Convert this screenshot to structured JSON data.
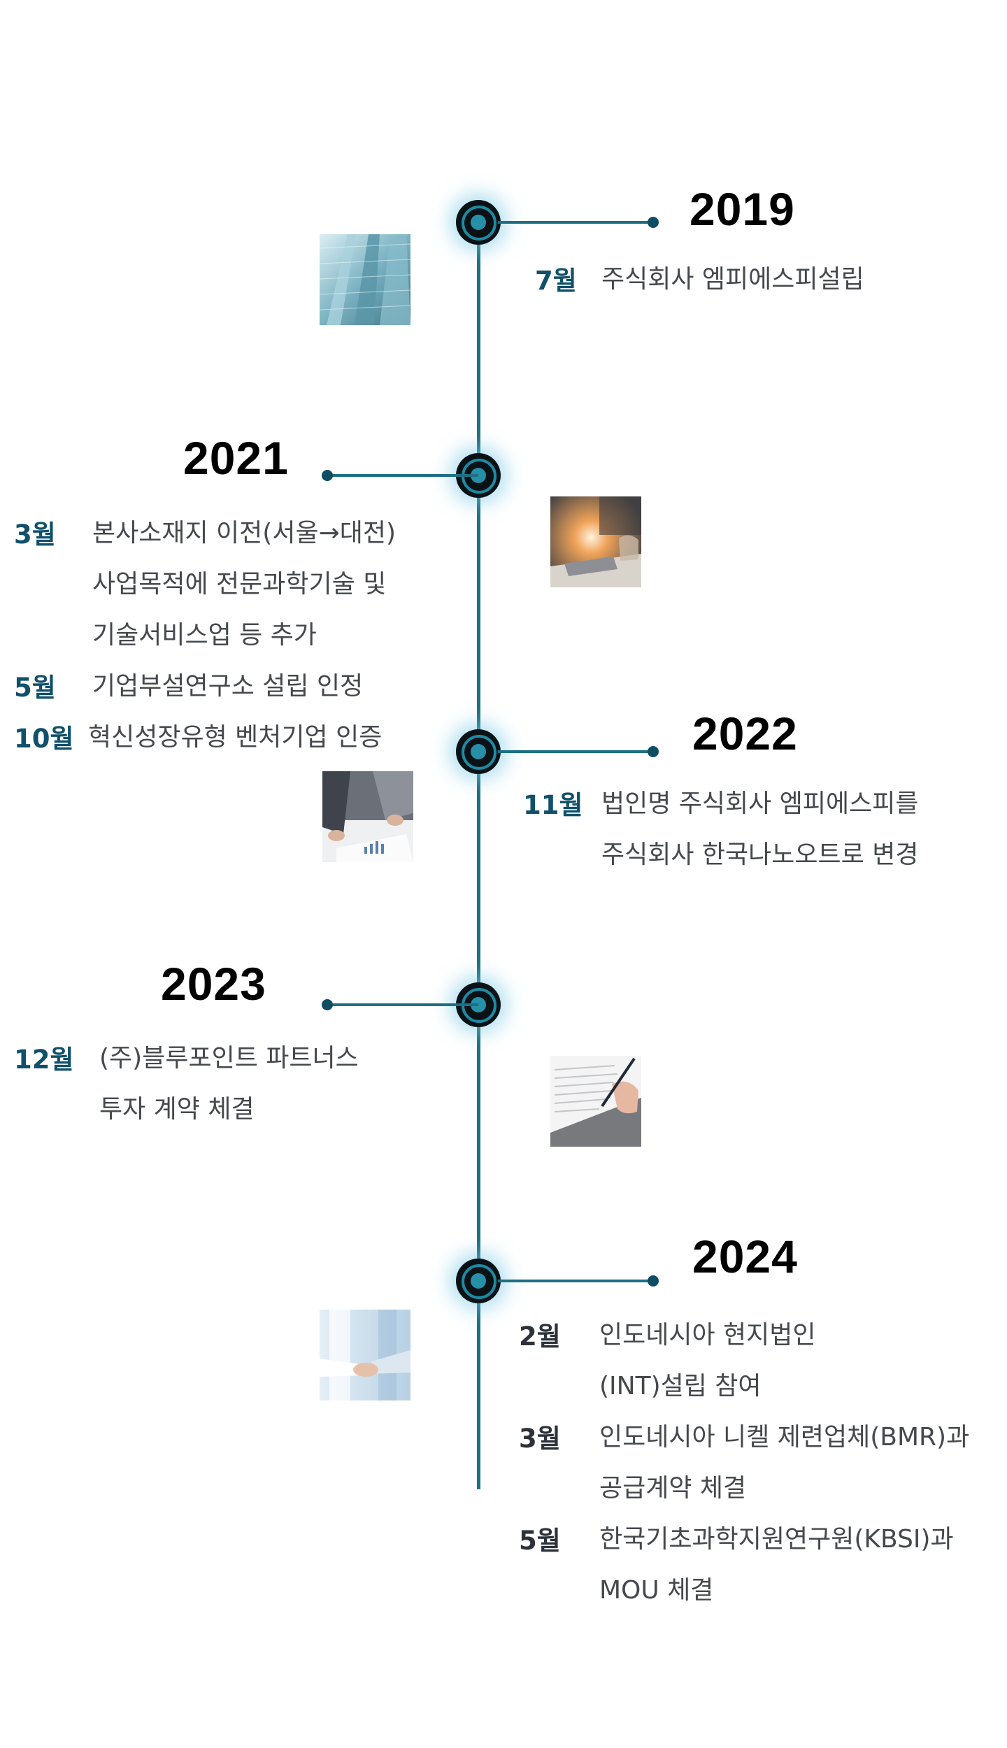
{
  "colors": {
    "line": "#1d6f84",
    "month": "#10506a",
    "month_dark": "#2d323a",
    "year": "#000000",
    "text": "#45484d"
  },
  "timeline": [
    {
      "year": "2019",
      "entries": [
        {
          "month": "7월",
          "lines": [
            "주식회사 엠피에스피설립"
          ]
        }
      ],
      "image": "glass-building-photo"
    },
    {
      "year": "2021",
      "entries": [
        {
          "month": "3월",
          "lines": [
            "본사소재지 이전(서울→대전)",
            "사업목적에 전문과학기술 및",
            "기술서비스업 등 추가"
          ]
        },
        {
          "month": "5월",
          "lines": [
            "기업부설연구소 설립 인정"
          ]
        },
        {
          "month": "10월",
          "lines": [
            "혁신성장유형 벤처기업 인증"
          ]
        }
      ],
      "image": "laptop-work-photo"
    },
    {
      "year": "2022",
      "entries": [
        {
          "month": "11월",
          "lines": [
            "법인명 주식회사 엠피에스피를",
            "주식회사 한국나노오트로 변경"
          ]
        }
      ],
      "image": "business-meeting-photo"
    },
    {
      "year": "2023",
      "entries": [
        {
          "month": "12월",
          "lines": [
            "(주)블루포인트 파트너스",
            "투자 계약 체결"
          ]
        }
      ],
      "image": "contract-signing-photo"
    },
    {
      "year": "2024",
      "entries": [
        {
          "month": "2월",
          "lines": [
            "인도네시아 현지법인",
            "(INT)설립 참여"
          ]
        },
        {
          "month": "3월",
          "lines": [
            "인도네시아 니켈 제련업체(BMR)과",
            "공급계약 체결"
          ]
        },
        {
          "month": "5월",
          "lines": [
            "한국기초과학지원연구원(KBSI)과",
            "MOU 체결"
          ]
        }
      ],
      "image": "handshake-photo"
    }
  ]
}
